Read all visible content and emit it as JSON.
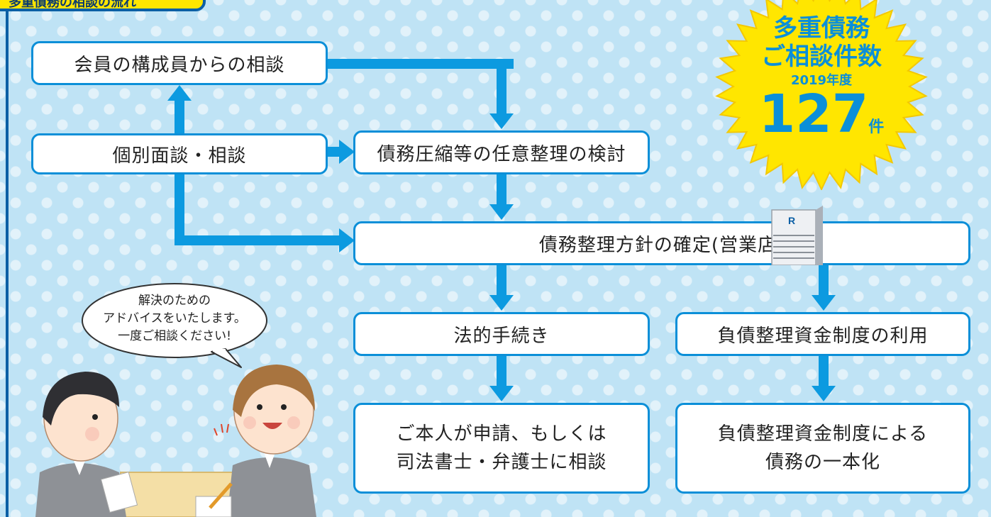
{
  "header": {
    "tab_label": "多重債務の相談の流れ"
  },
  "badge": {
    "line1": "多重債務",
    "line2": "ご相談件数",
    "year": "2019年度",
    "count": "127",
    "unit": "件"
  },
  "flow": {
    "member_consult": "会員の構成員からの相談",
    "individual_interview": "個別面談・相談",
    "voluntary_settlement": "債務圧縮等の任意整理の検討",
    "policy_decision": "債務整理方針の確定(営業店)",
    "legal_procedure": "法的手続き",
    "fund_system": "負債整理資金制度の利用",
    "self_apply_line1": "ご本人が申請、もしくは",
    "self_apply_line2": "司法書士・弁護士に相談",
    "consolidation_line1": "負債整理資金制度による",
    "consolidation_line2": "債務の一本化"
  },
  "speech": {
    "line1": "解決のための",
    "line2": "アドバイスをいたします。",
    "line3": "一度ご相談ください!"
  },
  "colors": {
    "accent": "#0c9ae0",
    "tab": "#ffe600",
    "badge": "#ffe600",
    "background": "#bfe3f5"
  }
}
